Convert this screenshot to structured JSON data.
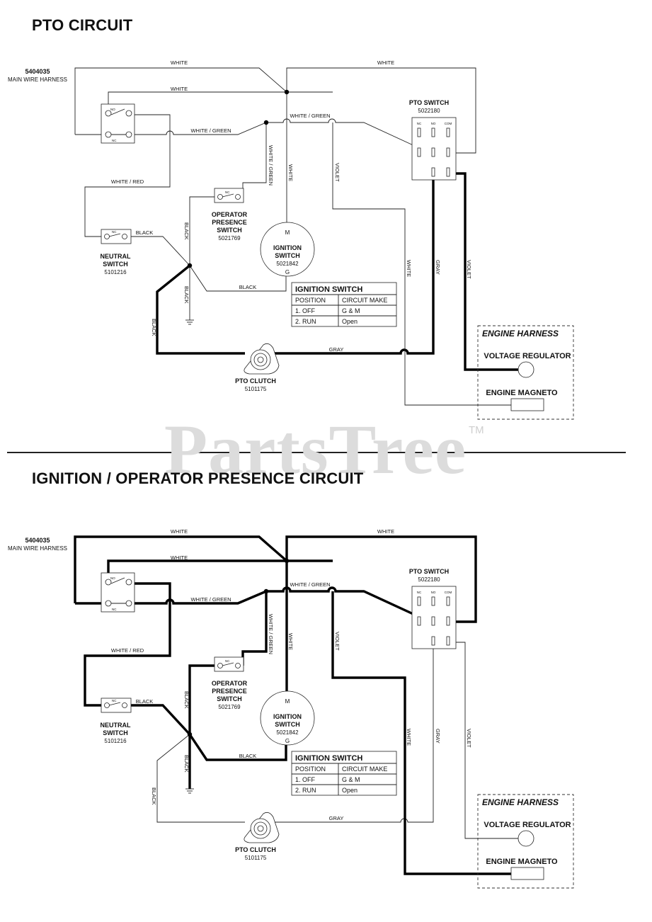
{
  "page": {
    "title_pto": "PTO CIRCUIT",
    "title_ignition": "IGNITION / OPERATOR PRESENCE CIRCUIT",
    "watermark": "PartsTree",
    "watermark_tm": "TM"
  },
  "labels": {
    "harness_part": "5404035",
    "harness_name": "MAIN WIRE HARNESS",
    "no": "NO",
    "nc": "NC",
    "com": "COM",
    "pto_switch": "PTO SWITCH",
    "pto_switch_part": "5022180",
    "op_l1": "OPERATOR",
    "op_l2": "PRESENCE",
    "op_l3": "SWITCH",
    "op_part": "5021769",
    "neutral_l1": "NEUTRAL",
    "neutral_l2": "SWITCH",
    "neutral_part": "5101216",
    "ign_l1": "IGNITION",
    "ign_l2": "SWITCH",
    "ign_part": "5021842",
    "ign_m": "M",
    "ign_g": "G",
    "clutch": "PTO CLUTCH",
    "clutch_part": "5101175",
    "engine_harness": "ENGINE HARNESS",
    "voltage_regulator": "VOLTAGE REGULATOR",
    "engine_magneto": "ENGINE MAGNETO"
  },
  "wires": {
    "white": "WHITE",
    "white_green": "WHITE / GREEN",
    "white_red": "WHITE / RED",
    "black": "BLACK",
    "violet": "VIOLET",
    "gray": "GRAY"
  },
  "ignition_table": {
    "title": "IGNITION SWITCH",
    "headers": [
      "POSITION",
      "CIRCUIT MAKE"
    ],
    "rows": [
      [
        "1. OFF",
        "G & M"
      ],
      [
        "2. RUN",
        "Open"
      ]
    ]
  }
}
